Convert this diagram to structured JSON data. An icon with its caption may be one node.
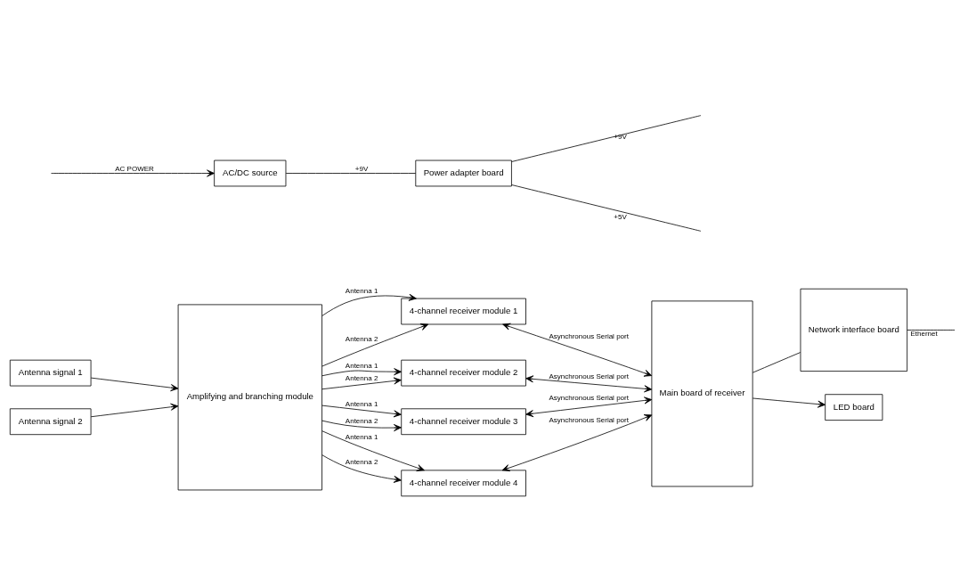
{
  "diagram": {
    "nodes": [
      {
        "text": [
          "Antenna signal 1"
        ]
      },
      {
        "text": [
          "Antenna signal 2"
        ]
      },
      {
        "text": [
          "Amplifying and branching module"
        ]
      },
      {
        "text": [
          "4-channel receiver module 1"
        ]
      },
      {
        "text": [
          "4-channel receiver module 2"
        ]
      },
      {
        "text": [
          "4-channel receiver module 3"
        ]
      },
      {
        "text": [
          "4-channel receiver module 4"
        ]
      },
      {
        "text": [
          "Main board of receiver"
        ]
      },
      {
        "text": [
          "Network interface board"
        ]
      },
      {
        "text": [
          "LED board"
        ]
      },
      {
        "text": [
          "AC/DC source"
        ]
      },
      {
        "text": [
          "Power adapter board"
        ]
      }
    ],
    "edges": [
      {
        "from": 0,
        "to": 2,
        "arrow": "to"
      },
      {
        "from": 1,
        "to": 2,
        "arrow": "to"
      },
      {
        "from": 2,
        "to": 3,
        "arrow": "to",
        "label": "Antenna 1"
      },
      {
        "from": 2,
        "to": 3,
        "arrow": "to",
        "label": "Antenna 2"
      },
      {
        "from": 2,
        "to": 4,
        "arrow": "to",
        "label": "Antenna 1"
      },
      {
        "from": 2,
        "to": 4,
        "arrow": "to",
        "label": "Antenna 2"
      },
      {
        "from": 2,
        "to": 5,
        "arrow": "to",
        "label": "Antenna 1"
      },
      {
        "from": 2,
        "to": 5,
        "arrow": "to",
        "label": "Antenna 2"
      },
      {
        "from": 2,
        "to": 6,
        "arrow": "to",
        "label": "Antenna 1"
      },
      {
        "from": 2,
        "to": 6,
        "arrow": "to",
        "label": "Antenna 2"
      },
      {
        "from": 3,
        "to": 7,
        "arrow": "both",
        "label": "Asynchronous Serial port"
      },
      {
        "from": 4,
        "to": 7,
        "arrow": "both",
        "label": "Asynchronous Serial port"
      },
      {
        "from": 5,
        "to": 7,
        "arrow": "both",
        "label": "Asynchronous Serial port"
      },
      {
        "from": 6,
        "to": 7,
        "arrow": "both",
        "label": "Asynchronous Serial port"
      },
      {
        "from": 7,
        "to": 8,
        "arrow": "none"
      },
      {
        "from": 8,
        "to": null,
        "arrow": "none",
        "label": "Ethernet"
      },
      {
        "from": 7,
        "to": 9,
        "arrow": "to"
      },
      {
        "from": null,
        "to": 10,
        "arrow": "to",
        "label": "AC POWER"
      },
      {
        "from": 10,
        "to": 11,
        "arrow": "none",
        "label": "+9V"
      },
      {
        "from": 11,
        "to": null,
        "arrow": "none",
        "label": "+9V"
      },
      {
        "from": 11,
        "to": null,
        "arrow": "none",
        "label": "+5V"
      }
    ]
  }
}
